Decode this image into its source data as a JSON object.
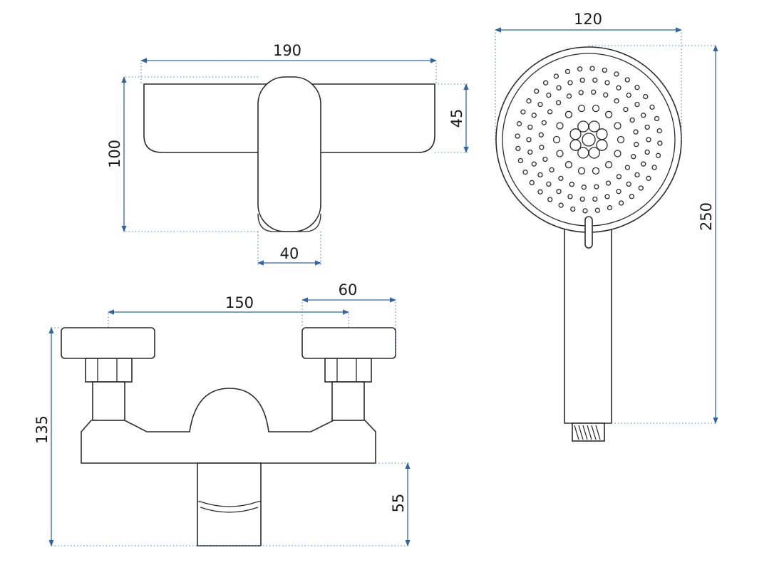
{
  "dimensions": {
    "mixer_top_width": "190",
    "mixer_top_height": "100",
    "mixer_body_height": "45",
    "mixer_lever_width": "40",
    "front_spacing": "150",
    "front_flange_width": "60",
    "front_total_height": "135",
    "front_outlet_height": "55",
    "shower_head_diameter": "120",
    "shower_total_length": "250"
  },
  "colors": {
    "dimension_line": "#2f63a6",
    "outline": "#2b2b2b",
    "background": "#ffffff"
  }
}
